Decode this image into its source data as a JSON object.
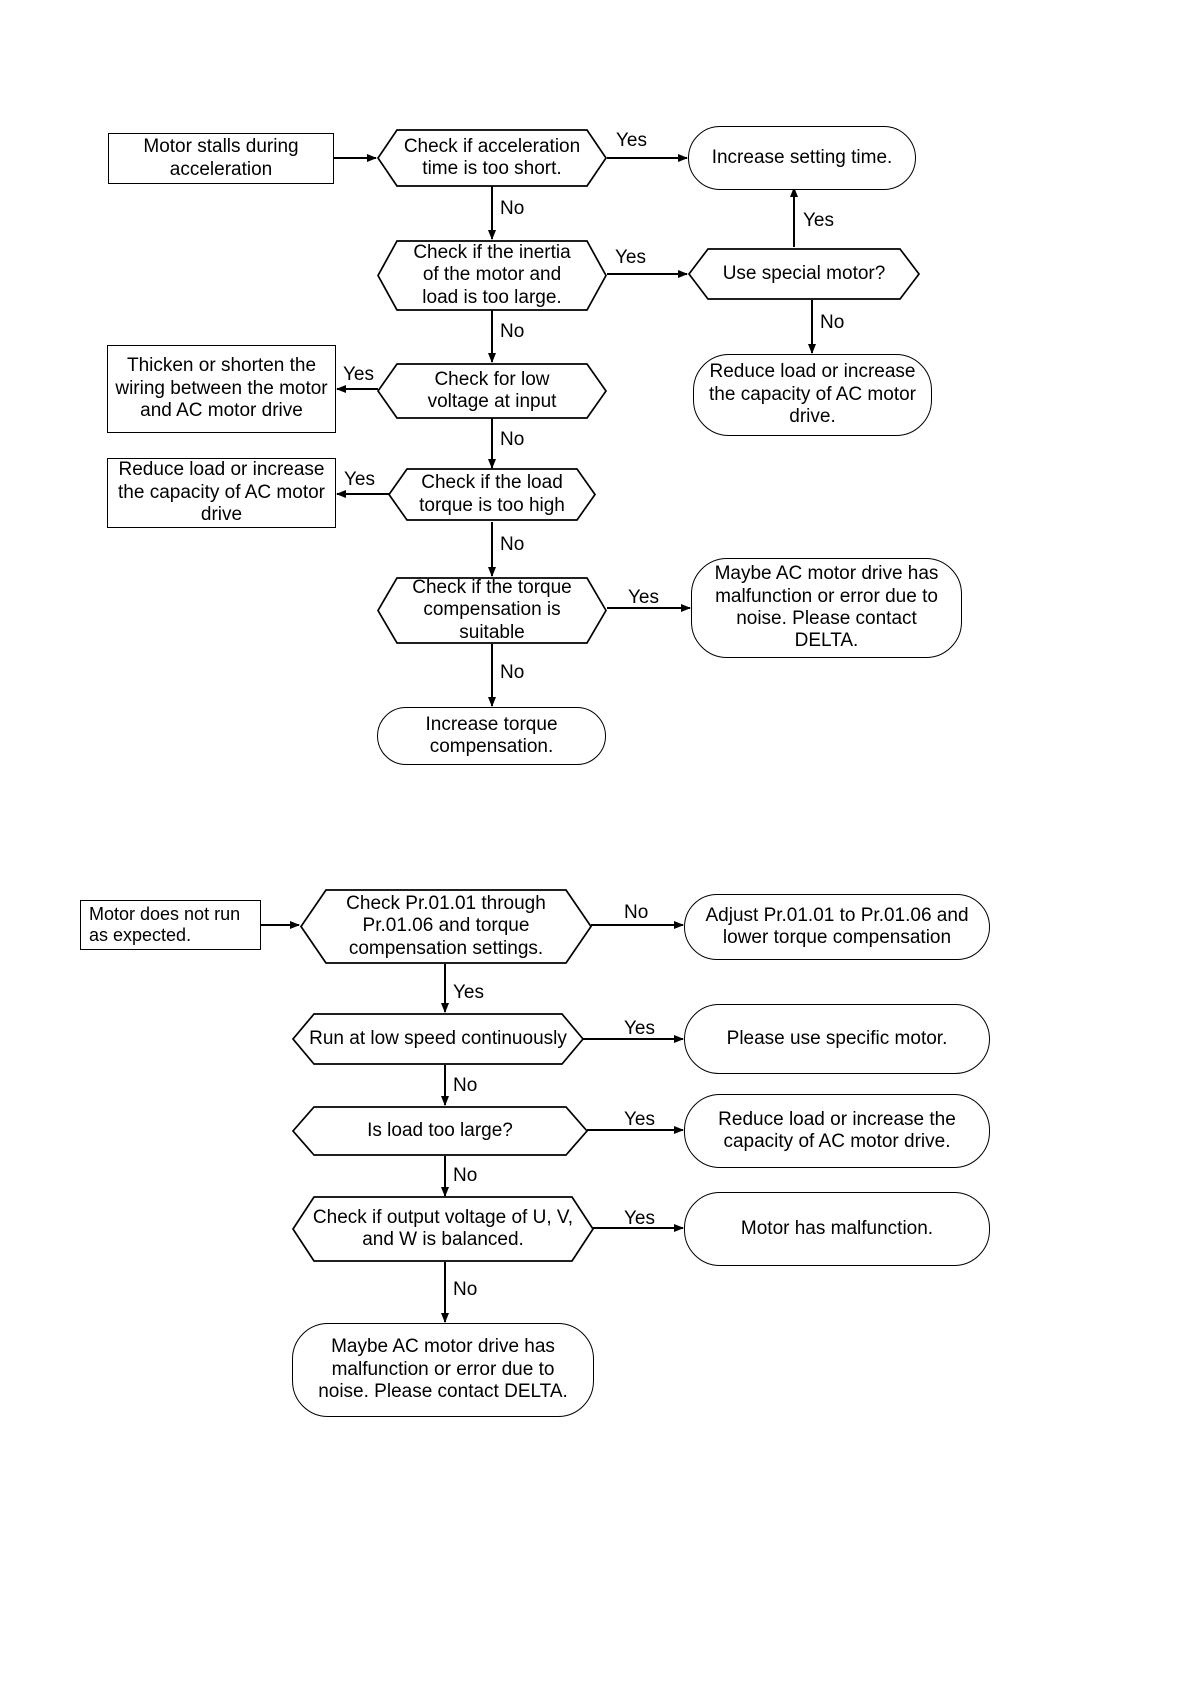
{
  "document": {
    "title": "AC motor drive troubleshooting flowcharts",
    "line_color": "#000000",
    "background_color": "#ffffff"
  },
  "flowchart_1": {
    "name": "Motor stalls during acceleration",
    "nodes": {
      "start": "Motor stalls during acceleration",
      "d1": "Check if acceleration time is too short.",
      "d1_yes_result": "Increase setting time.",
      "d2": "Check if the inertia of the motor and load is too large.",
      "d2_yes_decision": "Use special motor?",
      "d2_yes_no_result": "Reduce load or increase the capacity of AC motor drive.",
      "d3": "Check for low voltage at input",
      "d3_yes_result": "Thicken or shorten the wiring between the motor and AC motor drive",
      "d4": "Check if the load torque is too high",
      "d4_yes_result": "Reduce load or increase the capacity of AC motor drive",
      "d5": "Check if the torque compensation is suitable",
      "d5_yes_result": "Maybe AC motor drive has malfunction or error due to noise. Please contact DELTA.",
      "d5_no_result": "Increase torque compensation."
    },
    "edges": {
      "d1_yes": "Yes",
      "d1_no": "No",
      "d2_yes": "Yes",
      "d2_no": "No",
      "special_motor_yes": "Yes",
      "special_motor_no": "No",
      "d3_yes": "Yes",
      "d3_no": "No",
      "d4_yes": "Yes",
      "d4_no": "No",
      "d5_yes": "Yes",
      "d5_no": "No"
    }
  },
  "flowchart_2": {
    "name": "Motor does not run as expected",
    "nodes": {
      "start": "Motor does not run as expected.",
      "d1": "Check Pr.01.01 through Pr.01.06 and torque compensation settings.",
      "d1_no_result": "Adjust Pr.01.01 to Pr.01.06 and lower torque compensation",
      "d2": "Run at low speed continuously",
      "d2_yes_result": "Please use specific motor.",
      "d3": "Is load too large?",
      "d3_yes_result": "Reduce load or increase the capacity of AC motor drive.",
      "d4": "Check if output voltage of U, V, and W is balanced.",
      "d4_yes_result": "Motor has malfunction.",
      "d4_no_result": "Maybe AC motor drive has malfunction or error due to noise. Please contact DELTA."
    },
    "edges": {
      "d1_no": "No",
      "d1_yes": "Yes",
      "d2_yes": "Yes",
      "d2_no": "No",
      "d3_yes": "Yes",
      "d3_no": "No",
      "d4_yes": "Yes",
      "d4_no": "No"
    }
  }
}
